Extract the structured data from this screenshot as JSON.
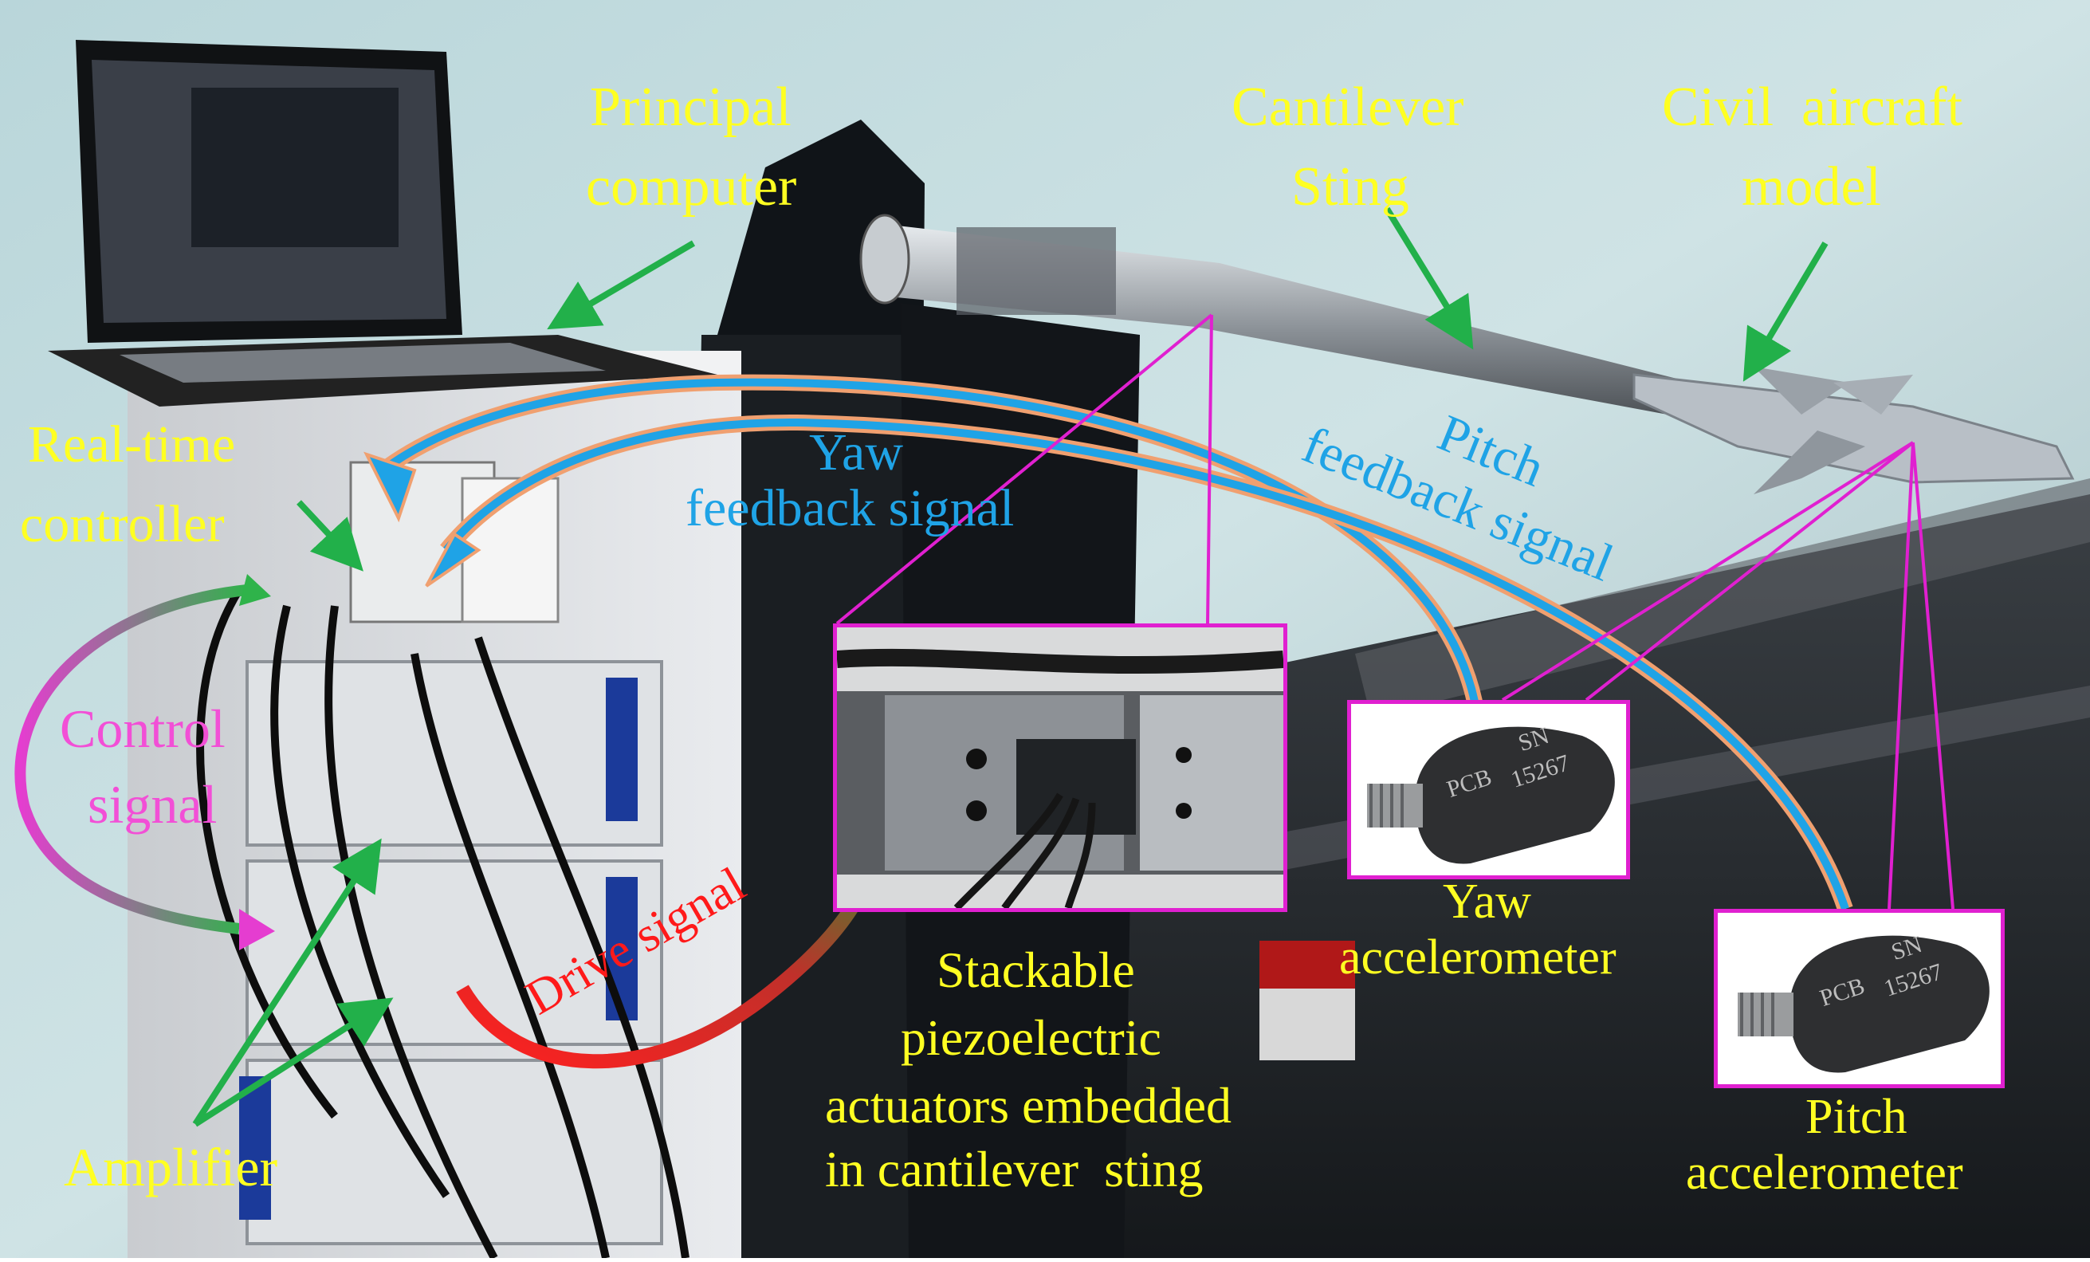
{
  "labels": {
    "principal_computer": [
      "Principal",
      "computer"
    ],
    "cantilever_sting": [
      "Cantilever",
      "Sting"
    ],
    "civil_aircraft_model": [
      "Civil  aircraft",
      "model"
    ],
    "real_time_controller": [
      "Real-time",
      "controller"
    ],
    "yaw_feedback": [
      "Yaw",
      "feedback signal"
    ],
    "pitch_feedback": [
      "Pitch",
      "feedback signal"
    ],
    "control_signal": [
      "Control",
      "signal"
    ],
    "drive_signal": "Drive signal",
    "amplifier": "Amplifier",
    "stackable": [
      "Stackable",
      "piezoelectric",
      "actuators embedded",
      "in cantilever  sting"
    ],
    "yaw_accelerometer": [
      "Yaw",
      "accelerometer"
    ],
    "pitch_accelerometer": [
      "Pitch",
      "accelerometer"
    ],
    "sensor_text": [
      "PCB",
      "SN",
      "15267"
    ]
  },
  "colors": {
    "label_yellow": "#ffff22",
    "feedback_blue": "#1fa3e6",
    "control_magenta": "#f24fd6",
    "drive_red": "#ff1a1a",
    "pointer_green": "#22b04a",
    "callout_magenta": "#e020d0"
  }
}
